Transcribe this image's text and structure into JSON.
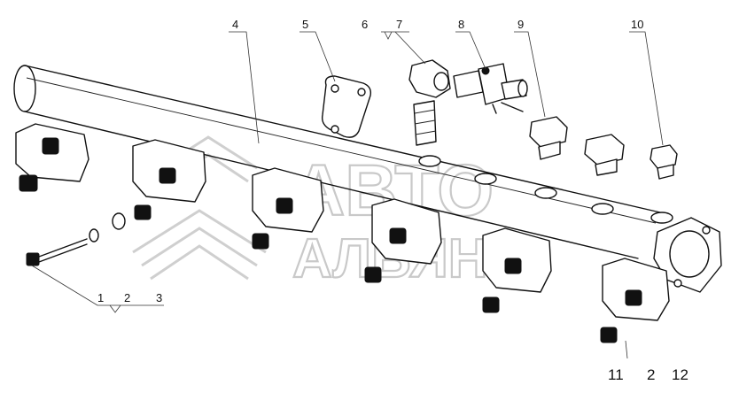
{
  "watermark": {
    "line1": "АВТО",
    "line2": "АЛЬЯНС"
  },
  "callouts": {
    "c1": "1",
    "c2": "2",
    "c3": "3",
    "c4": "4",
    "c5": "5",
    "c6": "6",
    "c7": "7",
    "c8": "8",
    "c9": "9",
    "c10": "10",
    "c11": "11",
    "c2b": "2",
    "c12": "12"
  },
  "colors": {
    "line": "#111111",
    "watermark": "#c9c9c9",
    "background": "#ffffff"
  }
}
